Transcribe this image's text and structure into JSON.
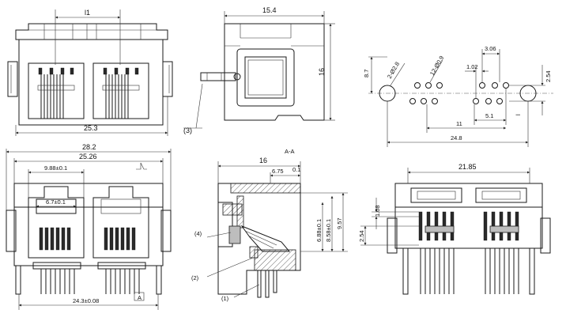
{
  "views": {
    "front_top": {
      "dim_l1": "l1",
      "dim_width": "25.3"
    },
    "side": {
      "dim_width": "15.4",
      "dim_height": "16",
      "callout": "(3)"
    },
    "pcb_layout": {
      "dim_hole_large": "2-Ø2.8",
      "dim_hole_small": "12-Ø0.9",
      "dim_8_7": "8.7",
      "dim_3_06": "3.06",
      "dim_1_02": "1.02",
      "dim_2_54": "2.54",
      "dim_5_1": "5.1",
      "dim_11": "11",
      "dim_24_8": "24.8",
      "dim_l": "l"
    },
    "front_main": {
      "dim_28_2": "28.2",
      "dim_25_26": "25.26",
      "dim_9_88": "9.88±0.1",
      "dim_6_7": "6.7±0.1",
      "dim_24_3": "24.3±0.08",
      "datum_a": "A"
    },
    "section": {
      "dim_16": "16",
      "dim_6_75": "6.75",
      "dim_6_88": "6.88±0.1",
      "dim_8_58": "8.58±0.1",
      "dim_9_57": "9.57",
      "dim_tol": "0.1",
      "callout_4": "(4)",
      "callout_2": "(2)",
      "callout_1": "(1)",
      "section_mark": "A-A"
    },
    "back": {
      "dim_21_85": "21.85",
      "dim_1_08": "1.08",
      "dim_2_54": "2.54"
    }
  }
}
